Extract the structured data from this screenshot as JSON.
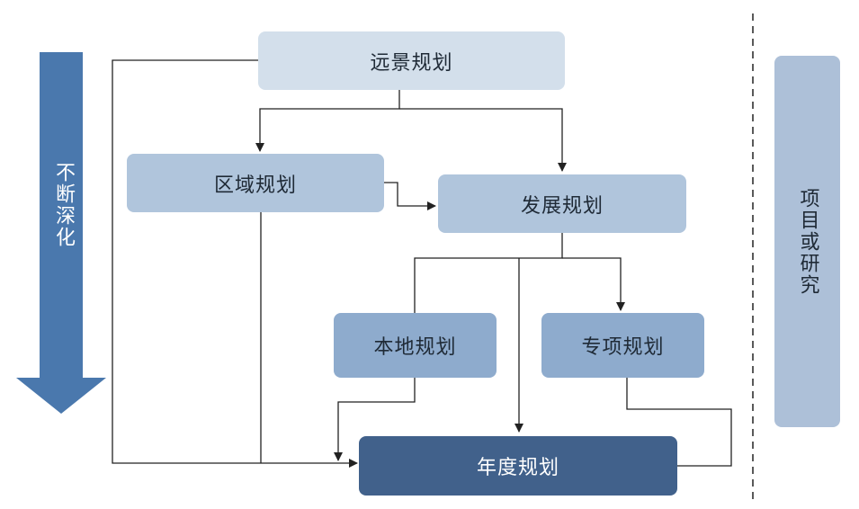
{
  "nodes": {
    "vision": "远景规划",
    "regional": "区域规划",
    "development": "发展规划",
    "local": "本地规划",
    "special": "专项规划",
    "annual": "年度规划"
  },
  "progression_arrow": {
    "label": "不断深化"
  },
  "side_panel": {
    "label": "项目或研究"
  },
  "colors": {
    "level1": "#d3dfeb",
    "level2": "#b0c5dc",
    "level3": "#8eabcd",
    "level4": "#41618b",
    "arrow": "#4a78ad",
    "line": "#222222"
  }
}
